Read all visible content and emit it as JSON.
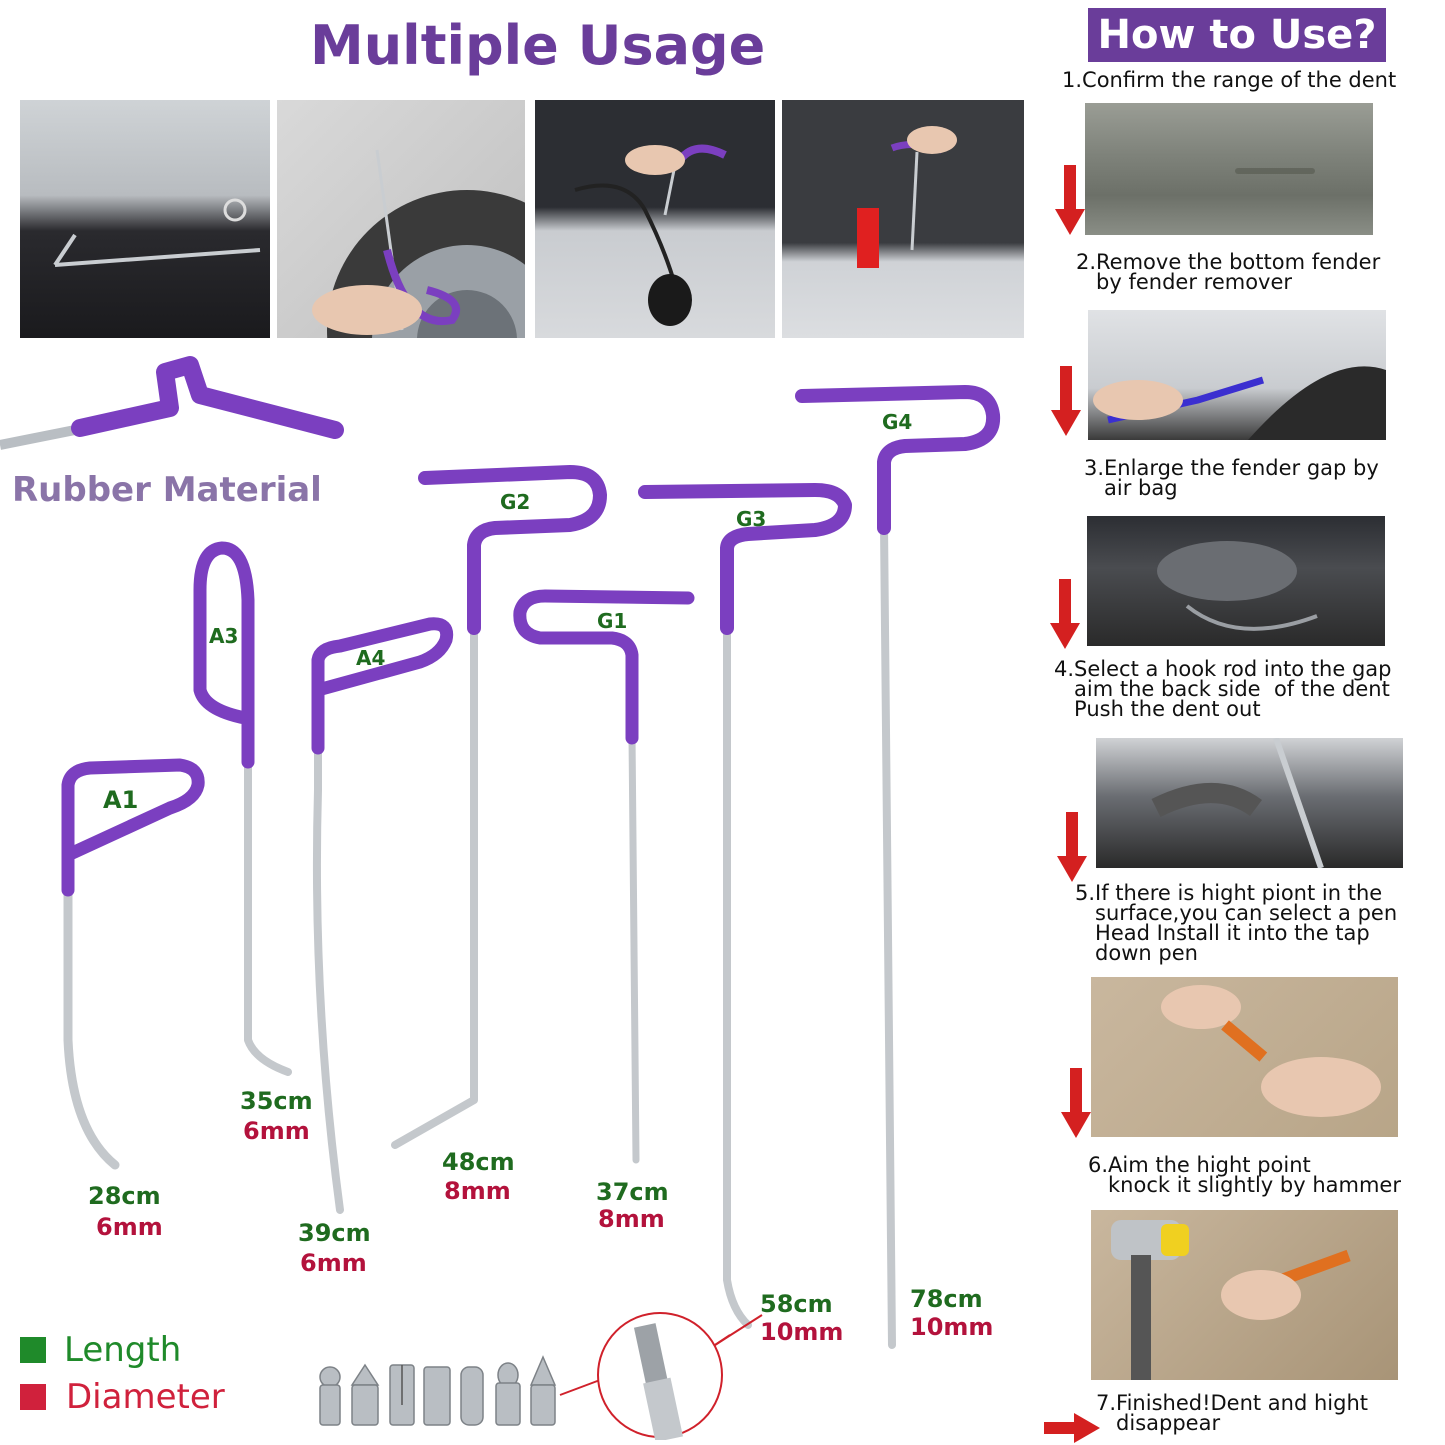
{
  "header": {
    "title": "Multiple Usage"
  },
  "rubber": {
    "label": "Rubber Material"
  },
  "howto": {
    "title": "How to Use?",
    "steps": [
      "1.Confirm the range of the dent",
      "2.Remove the bottom fender\n   by fender remover",
      "3.Enlarge the fender gap by\n   air bag",
      "4.Select a hook rod into the gap\n   aim the back side  of the dent\n   Push the dent out",
      "5.If there is hight piont in the\n   surface,you can select a pen\n   Head Install it into the tap\n   down pen",
      "6.Aim the hight point\n   knock it slightly by hammer",
      "7.Finished!Dent and hight\n   disappear"
    ]
  },
  "rods": [
    {
      "name": "A1",
      "length": "28cm",
      "diameter": "6mm"
    },
    {
      "name": "A3",
      "length": "35cm",
      "diameter": "6mm"
    },
    {
      "name": "A4",
      "length": "39cm",
      "diameter": "6mm"
    },
    {
      "name": "G2",
      "length": "48cm",
      "diameter": "8mm"
    },
    {
      "name": "G1",
      "length": "37cm",
      "diameter": "8mm"
    },
    {
      "name": "G3",
      "length": "58cm",
      "diameter": "10mm"
    },
    {
      "name": "G4",
      "length": "78cm",
      "diameter": "10mm"
    }
  ],
  "legend": {
    "length": "Length",
    "diameter": "Diameter"
  },
  "colors": {
    "purple": "#6a3d9a",
    "green": "#1f6b1f",
    "red": "#b3123c",
    "rubber": "#7b3fc0"
  }
}
